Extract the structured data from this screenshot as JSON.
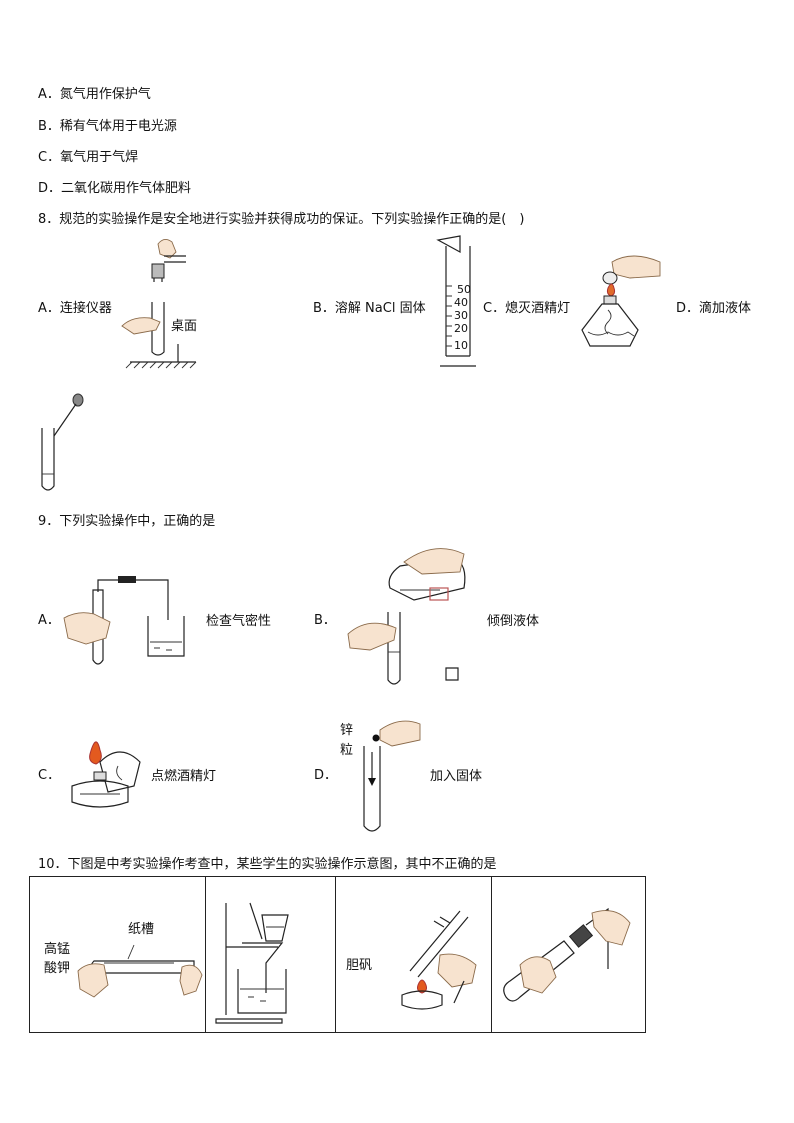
{
  "q7_options": [
    {
      "key": "A．",
      "text": "氮气用作保护气"
    },
    {
      "key": "B．",
      "text": "稀有气体用于电光源"
    },
    {
      "key": "C．",
      "text": "氧气用于气焊"
    },
    {
      "key": "D．",
      "text": "二氧化碳用作气体肥料"
    }
  ],
  "q8": {
    "stem": "8．规范的实验操作是安全地进行实验并获得成功的保证。下列实验操作正确的是(　)",
    "options": [
      {
        "key": "A．",
        "text": "连接仪器"
      },
      {
        "key": "B．",
        "text": "溶解 NaCl 固体"
      },
      {
        "key": "C．",
        "text": "熄灭酒精灯"
      },
      {
        "key": "D．",
        "text": "滴加液体"
      }
    ],
    "label_desk": "桌面",
    "cylinder_ticks": [
      "50",
      "40",
      "30",
      "20",
      "10"
    ]
  },
  "q9": {
    "stem": "9．下列实验操作中，正确的是",
    "options": [
      {
        "key": "A．",
        "text": "检查气密性"
      },
      {
        "key": "B．",
        "text": "倾倒液体"
      },
      {
        "key": "C．",
        "text": "点燃酒精灯"
      },
      {
        "key": "D．",
        "text": "加入固体"
      }
    ],
    "zinc_label_1": "锌",
    "zinc_label_2": "粒"
  },
  "q10": {
    "stem": "10．下图是中考实验操作考查中，某些学生的实验操作示意图，其中不正确的是",
    "label_paper_trough": "纸槽",
    "label_kmno4_1": "高锰",
    "label_kmno4_2": "酸钾",
    "label_bluevitriol": "胆矾"
  }
}
